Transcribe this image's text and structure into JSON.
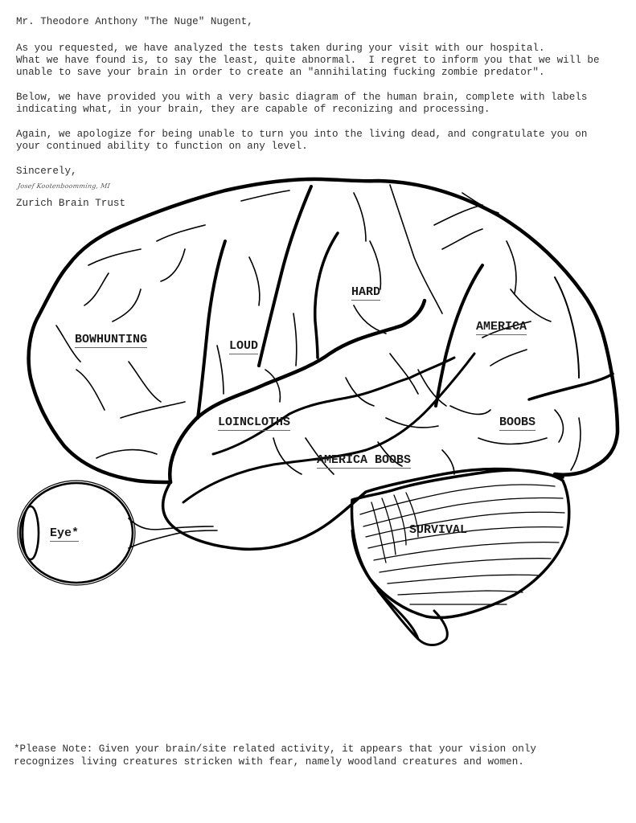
{
  "letter": {
    "salutation": "Mr. Theodore Anthony \"The Nuge\" Nugent,",
    "paragraph1": [
      "As you requested, we have analyzed the tests taken during your visit with our hospital.",
      "What we have found is, to say the least, quite abnormal.  I regret to inform you that we will be",
      "unable to save your brain in order to create an \"annihilating fucking zombie predator\"."
    ],
    "paragraph2": [
      "Below, we have provided you with a very basic diagram of the human brain, complete with labels",
      "indicating what, in your brain, they are capable of reconizing and processing."
    ],
    "paragraph3": [
      "Again, we apologize for being unable to turn you into the living dead, and congratulate you on",
      "your continued ability to function on any level."
    ],
    "closing": "Sincerely,",
    "signature": "Josef Kootenboomming, MI",
    "organization": "Zurich Brain Trust"
  },
  "diagram": {
    "labels": {
      "frontal": "BOWHUNTING",
      "premotor": "LOUD",
      "parietal_upper": "HARD",
      "parietal": "AMERICA",
      "temporal_upper": "LOINCLOTHS",
      "temporal": "AMERICA BOOBS",
      "occipital": "BOOBS",
      "cerebellum": "SURVIVAL",
      "eye": "Eye*"
    },
    "line_color": "#000000"
  },
  "footnote": [
    "*Please Note: Given your brain/site related activity, it appears that your vision only",
    "recognizes living creatures stricken with fear, namely woodland creatures and women."
  ]
}
